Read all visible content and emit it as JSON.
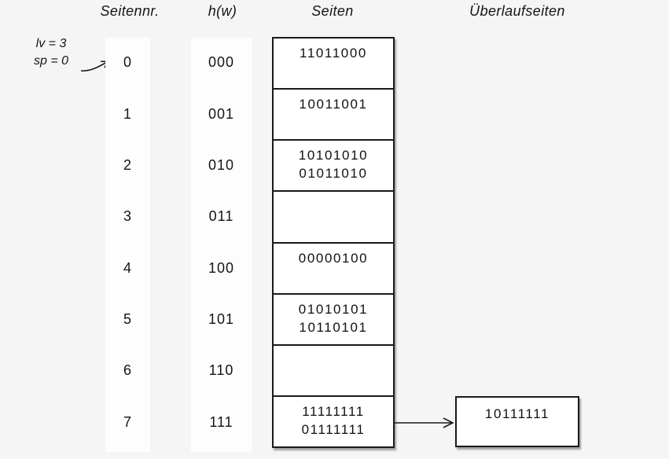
{
  "colors": {
    "background": "#f5f5f6",
    "column_strip": "#fdfdfd",
    "box_fill": "#ffffff",
    "line": "#1a1a1a",
    "text": "#141414"
  },
  "headers": {
    "page_number": "Seitennr.",
    "hash": "h(w)",
    "pages": "Seiten",
    "overflow": "Überlaufseiten"
  },
  "annotation": {
    "line1": "lv = 3",
    "line2": "sp = 0"
  },
  "table": {
    "rows": [
      {
        "page_number": "0",
        "hash": "000",
        "entries": [
          "11011000"
        ]
      },
      {
        "page_number": "1",
        "hash": "001",
        "entries": [
          "10011001"
        ]
      },
      {
        "page_number": "2",
        "hash": "010",
        "entries": [
          "10101010",
          "01011010"
        ]
      },
      {
        "page_number": "3",
        "hash": "011",
        "entries": []
      },
      {
        "page_number": "4",
        "hash": "100",
        "entries": [
          "00000100"
        ]
      },
      {
        "page_number": "5",
        "hash": "101",
        "entries": [
          "01010101",
          "10110101"
        ]
      },
      {
        "page_number": "6",
        "hash": "110",
        "entries": []
      },
      {
        "page_number": "7",
        "hash": "111",
        "entries": [
          "11111111",
          "01111111"
        ]
      }
    ]
  },
  "overflow": {
    "linked_page": "7",
    "entries": [
      "10111111"
    ]
  }
}
